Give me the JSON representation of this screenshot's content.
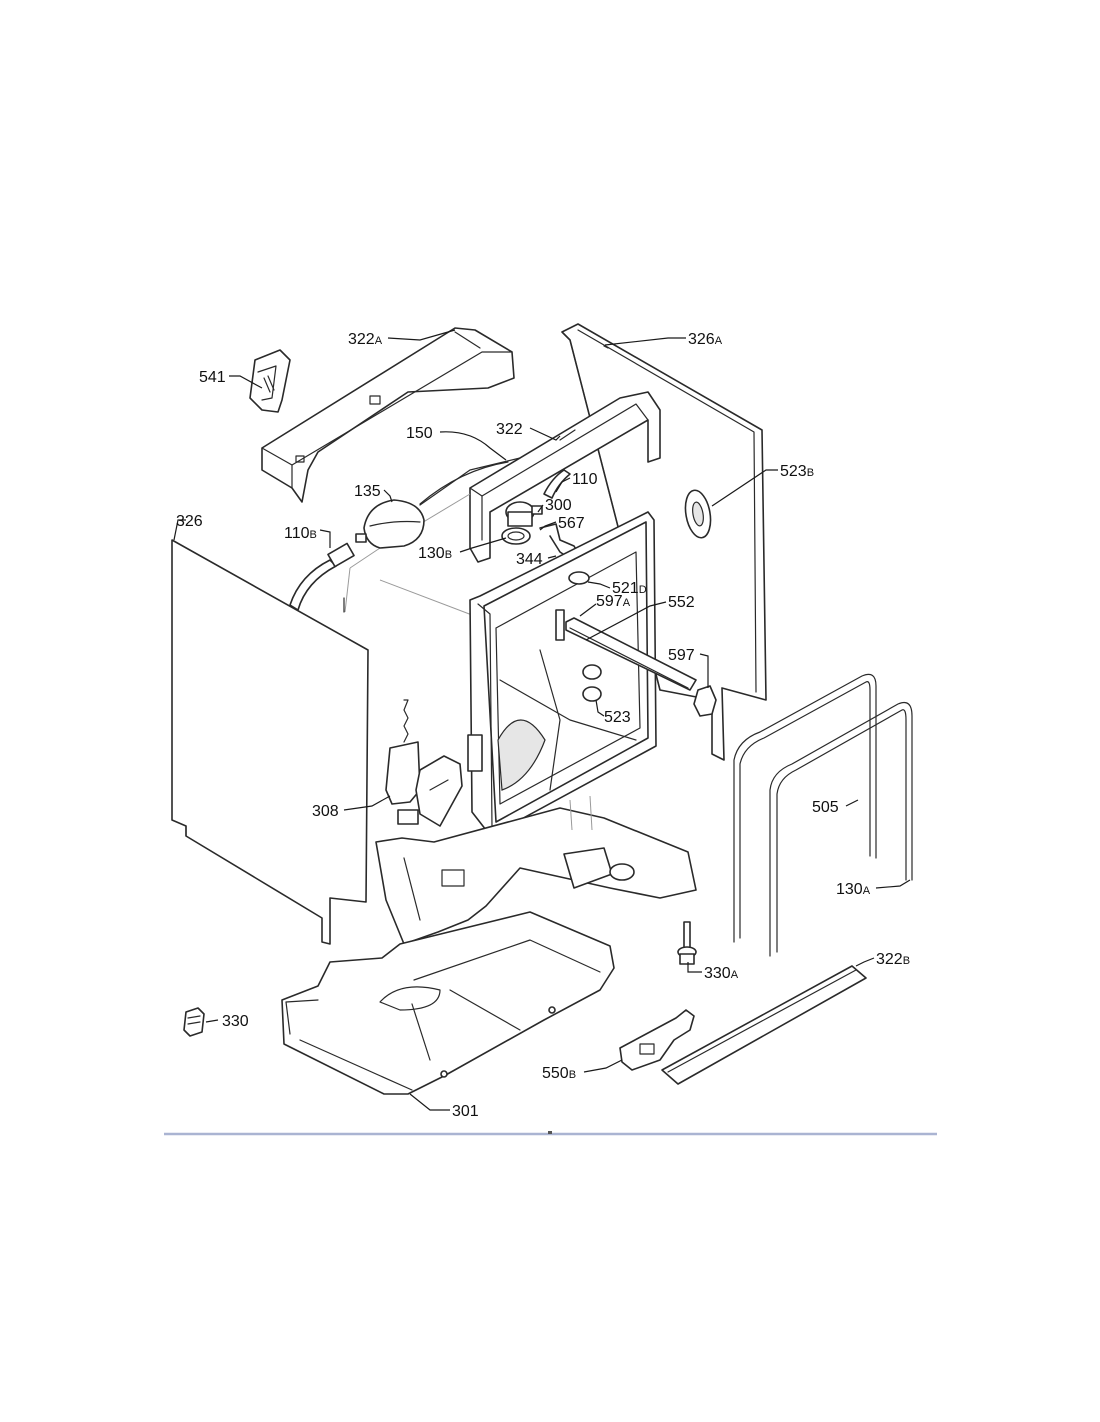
{
  "diagram": {
    "labels": {
      "p541": "541",
      "p322a": "322",
      "p322a_suffix": "A",
      "p326a": "326",
      "p326a_suffix": "A",
      "p150": "150",
      "p322": "322",
      "p523b": "523",
      "p523b_suffix": "B",
      "p110": "110",
      "p135": "135",
      "p300": "300",
      "p326": "326",
      "p110b": "110",
      "p110b_suffix": "B",
      "p567": "567",
      "p130b": "130",
      "p130b_suffix": "B",
      "p344": "344",
      "p521d": "521",
      "p521d_suffix": "D",
      "p597a": "597",
      "p597a_suffix": "A",
      "p552": "552",
      "p597": "597",
      "p523": "523",
      "p308": "308",
      "p505": "505",
      "p130a": "130",
      "p130a_suffix": "A",
      "p330a": "330",
      "p330a_suffix": "A",
      "p322b": "322",
      "p322b_suffix": "B",
      "p330": "330",
      "p550b": "550",
      "p550b_suffix": "B",
      "p301": "301"
    },
    "colors": {
      "line": "#2a2a2a",
      "ruler": "#aab4d2"
    }
  }
}
